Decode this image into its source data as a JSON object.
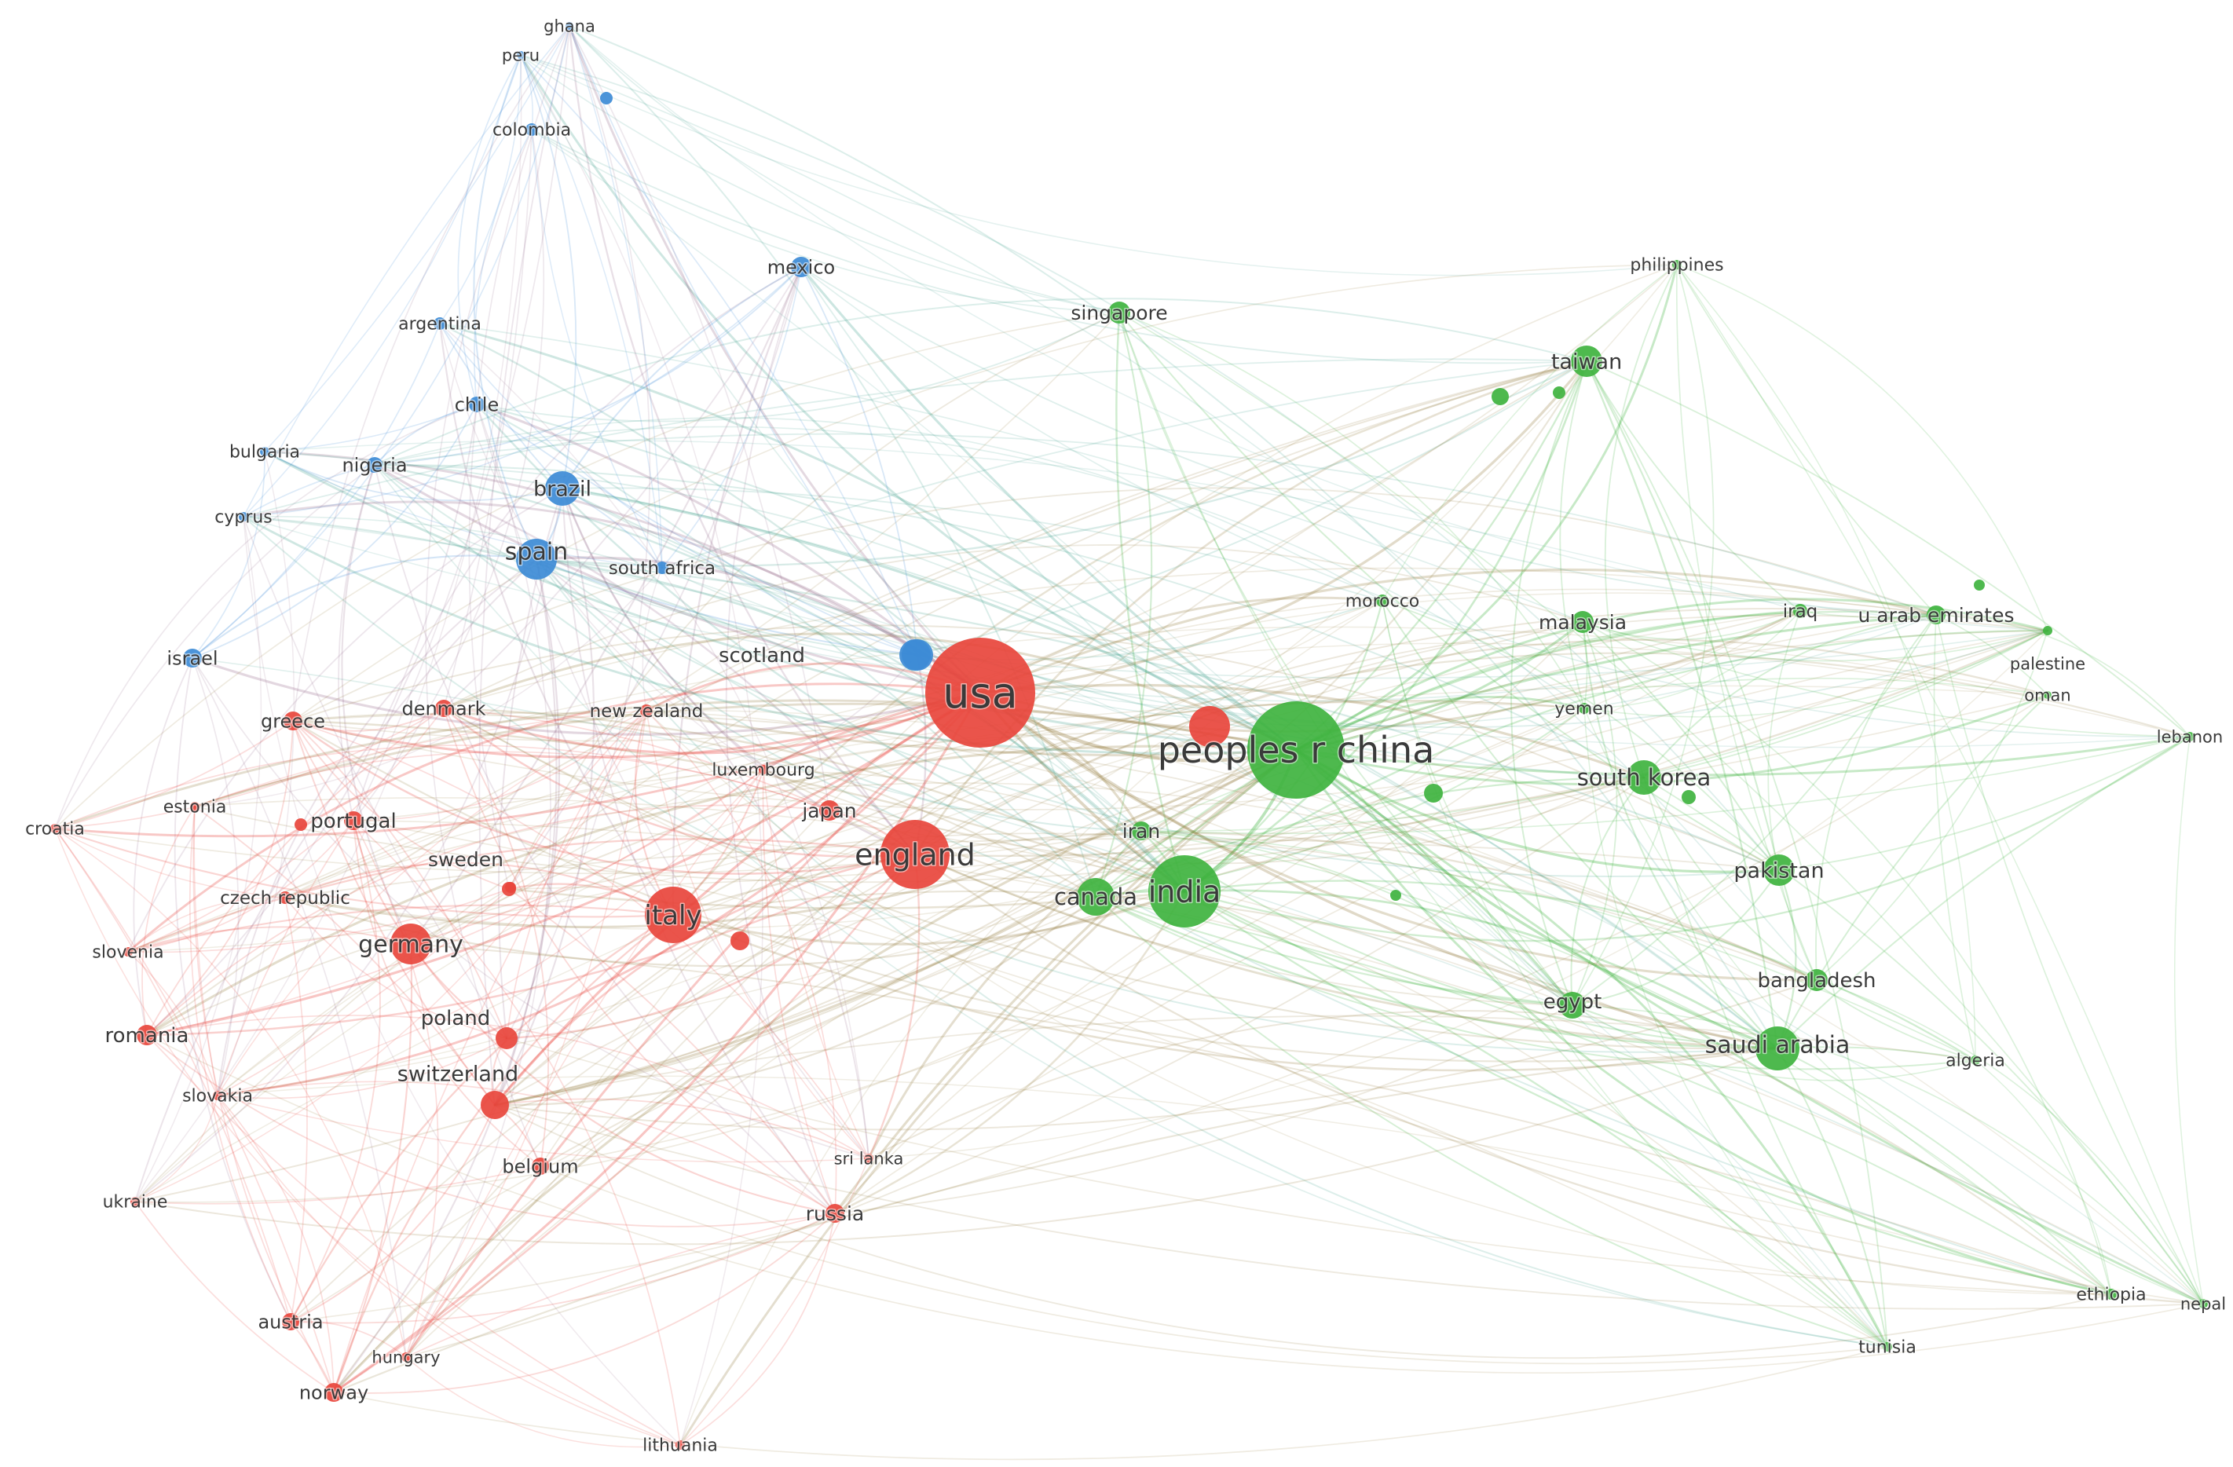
{
  "colors": {
    "red": "#e8453c",
    "green": "#3fb33f",
    "blue": "#3d8bd6"
  },
  "countries": [
    {
      "id": "usa",
      "label": "usa",
      "cluster": "red",
      "weight": 10
    },
    {
      "id": "peoples_r_china",
      "label": "peoples r china",
      "cluster": "green",
      "weight": 10
    },
    {
      "id": "england",
      "label": "england",
      "cluster": "red",
      "weight": 6
    },
    {
      "id": "italy",
      "label": "italy",
      "cluster": "red",
      "weight": 5
    },
    {
      "id": "india",
      "label": "india",
      "cluster": "green",
      "weight": 6
    },
    {
      "id": "germany",
      "label": "germany",
      "cluster": "red",
      "weight": 4
    },
    {
      "id": "spain",
      "label": "spain",
      "cluster": "blue",
      "weight": 4
    },
    {
      "id": "canada",
      "label": "canada",
      "cluster": "green",
      "weight": 4
    },
    {
      "id": "saudi_arabia",
      "label": "saudi arabia",
      "cluster": "green",
      "weight": 4
    },
    {
      "id": "south_korea",
      "label": "south korea",
      "cluster": "green",
      "weight": 3
    },
    {
      "id": "pakistan",
      "label": "pakistan",
      "cluster": "green",
      "weight": 3
    },
    {
      "id": "brazil",
      "label": "brazil",
      "cluster": "blue",
      "weight": 3
    },
    {
      "id": "taiwan",
      "label": "taiwan",
      "cluster": "green",
      "weight": 3
    },
    {
      "id": "switzerland",
      "label": "switzerland",
      "cluster": "red",
      "weight": 3
    },
    {
      "id": "egypt",
      "label": "egypt",
      "cluster": "green",
      "weight": 2
    },
    {
      "id": "bangladesh",
      "label": "bangladesh",
      "cluster": "green",
      "weight": 2
    },
    {
      "id": "malaysia",
      "label": "malaysia",
      "cluster": "green",
      "weight": 2
    },
    {
      "id": "poland",
      "label": "poland",
      "cluster": "red",
      "weight": 2
    },
    {
      "id": "scotland",
      "label": "scotland",
      "cluster": "blue",
      "weight": 2
    },
    {
      "id": "portugal",
      "label": "portugal",
      "cluster": "red",
      "weight": 2
    },
    {
      "id": "romania",
      "label": "romania",
      "cluster": "red",
      "weight": 2
    },
    {
      "id": "sweden",
      "label": "sweden",
      "cluster": "red",
      "weight": 2
    },
    {
      "id": "japan",
      "label": "japan",
      "cluster": "red",
      "weight": 2
    },
    {
      "id": "iran",
      "label": "iran",
      "cluster": "green",
      "weight": 2
    },
    {
      "id": "singapore",
      "label": "singapore",
      "cluster": "green",
      "weight": 2
    },
    {
      "id": "u_arab_emirates",
      "label": "u arab emirates",
      "cluster": "green",
      "weight": 2
    },
    {
      "id": "belgium",
      "label": "belgium",
      "cluster": "red",
      "weight": 2
    },
    {
      "id": "mexico",
      "label": "mexico",
      "cluster": "blue",
      "weight": 2
    },
    {
      "id": "israel",
      "label": "israel",
      "cluster": "blue",
      "weight": 2
    },
    {
      "id": "greece",
      "label": "greece",
      "cluster": "red",
      "weight": 2
    },
    {
      "id": "nigeria",
      "label": "nigeria",
      "cluster": "blue",
      "weight": 2
    },
    {
      "id": "chile",
      "label": "chile",
      "cluster": "blue",
      "weight": 2
    },
    {
      "id": "denmark",
      "label": "denmark",
      "cluster": "red",
      "weight": 2
    },
    {
      "id": "russia",
      "label": "russia",
      "cluster": "red",
      "weight": 2
    },
    {
      "id": "austria",
      "label": "austria",
      "cluster": "red",
      "weight": 2
    },
    {
      "id": "norway",
      "label": "norway",
      "cluster": "red",
      "weight": 2
    },
    {
      "id": "iraq",
      "label": "iraq",
      "cluster": "green",
      "weight": 1
    },
    {
      "id": "czech_republic",
      "label": "czech republic",
      "cluster": "red",
      "weight": 1
    },
    {
      "id": "new_zealand",
      "label": "new zealand",
      "cluster": "red",
      "weight": 1
    },
    {
      "id": "south_africa",
      "label": "south africa",
      "cluster": "blue",
      "weight": 1
    },
    {
      "id": "colombia",
      "label": "colombia",
      "cluster": "blue",
      "weight": 1
    },
    {
      "id": "argentina",
      "label": "argentina",
      "cluster": "blue",
      "weight": 1
    },
    {
      "id": "luxembourg",
      "label": "luxembourg",
      "cluster": "red",
      "weight": 1
    },
    {
      "id": "yemen",
      "label": "yemen",
      "cluster": "green",
      "weight": 1
    },
    {
      "id": "morocco",
      "label": "morocco",
      "cluster": "green",
      "weight": 1
    },
    {
      "id": "algeria",
      "label": "algeria",
      "cluster": "green",
      "weight": 1
    },
    {
      "id": "philippines",
      "label": "philippines",
      "cluster": "green",
      "weight": 1
    },
    {
      "id": "palestine",
      "label": "palestine",
      "cluster": "green",
      "weight": 1
    },
    {
      "id": "oman",
      "label": "oman",
      "cluster": "green",
      "weight": 1
    },
    {
      "id": "lebanon",
      "label": "lebanon",
      "cluster": "green",
      "weight": 1
    },
    {
      "id": "ethiopia",
      "label": "ethiopia",
      "cluster": "green",
      "weight": 1
    },
    {
      "id": "nepal",
      "label": "nepal",
      "cluster": "green",
      "weight": 1
    },
    {
      "id": "tunisia",
      "label": "tunisia",
      "cluster": "green",
      "weight": 1
    },
    {
      "id": "sri_lanka",
      "label": "sri lanka",
      "cluster": "red",
      "weight": 1
    },
    {
      "id": "hungary",
      "label": "hungary",
      "cluster": "red",
      "weight": 1
    },
    {
      "id": "lithuania",
      "label": "lithuania",
      "cluster": "red",
      "weight": 1
    },
    {
      "id": "ukraine",
      "label": "ukraine",
      "cluster": "red",
      "weight": 1
    },
    {
      "id": "slovakia",
      "label": "slovakia",
      "cluster": "red",
      "weight": 1
    },
    {
      "id": "slovenia",
      "label": "slovenia",
      "cluster": "red",
      "weight": 1
    },
    {
      "id": "croatia",
      "label": "croatia",
      "cluster": "red",
      "weight": 1
    },
    {
      "id": "estonia",
      "label": "estonia",
      "cluster": "red",
      "weight": 1
    },
    {
      "id": "bulgaria",
      "label": "bulgaria",
      "cluster": "blue",
      "weight": 1
    },
    {
      "id": "cyprus",
      "label": "cyprus",
      "cluster": "blue",
      "weight": 1
    },
    {
      "id": "peru",
      "label": "peru",
      "cluster": "blue",
      "weight": 1
    },
    {
      "id": "ghana",
      "label": "ghana",
      "cluster": "blue",
      "weight": 1
    }
  ]
}
